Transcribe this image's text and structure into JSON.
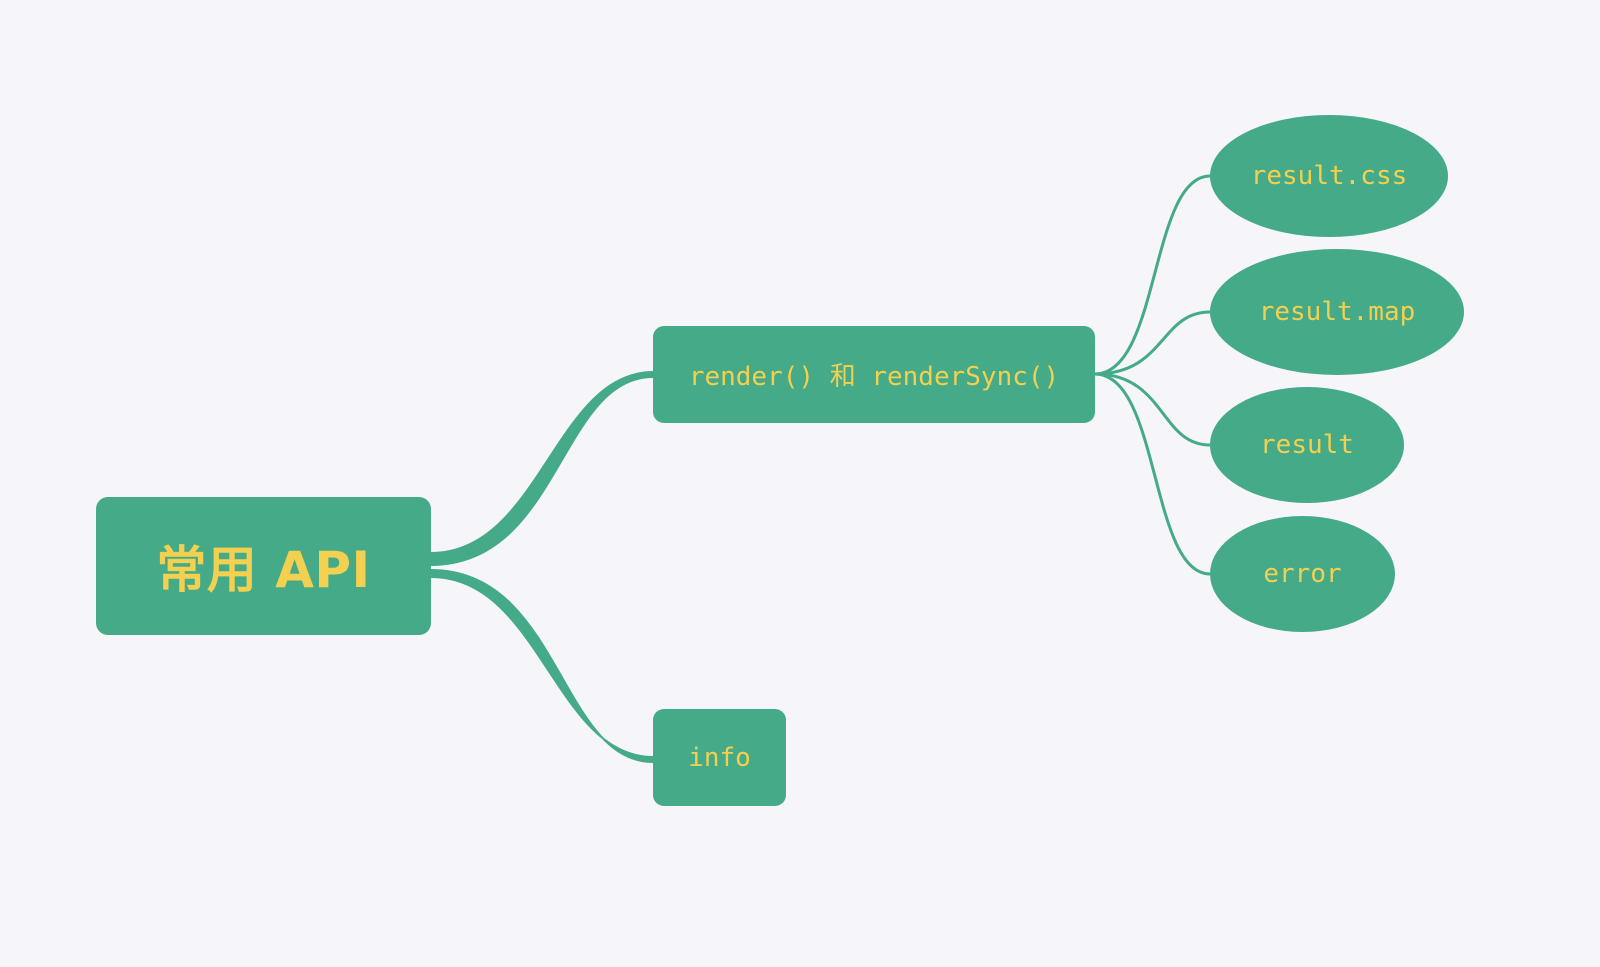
{
  "colors": {
    "background": "#f5f5fa",
    "node_fill": "#44aa88",
    "node_text": "#f3d04f",
    "connector": "#44aa88"
  },
  "root": {
    "label": "常用 API"
  },
  "branches": [
    {
      "label": "render() 和 renderSync()",
      "children": [
        {
          "label": "result.css"
        },
        {
          "label": "result.map"
        },
        {
          "label": "result"
        },
        {
          "label": "error"
        }
      ]
    },
    {
      "label": "info",
      "children": []
    }
  ]
}
